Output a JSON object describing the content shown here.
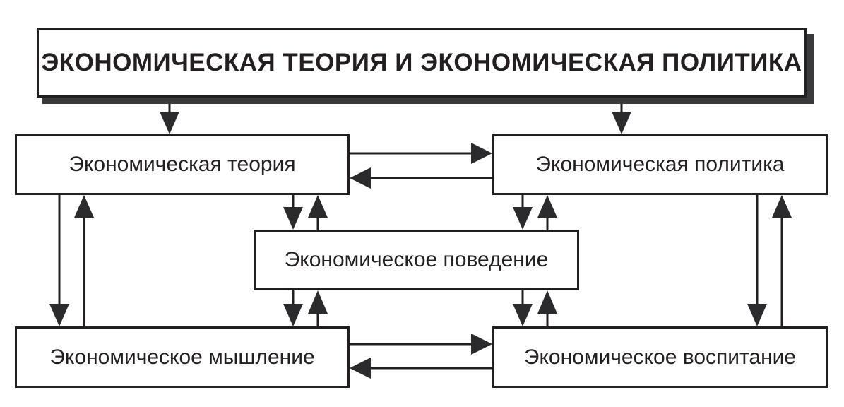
{
  "diagram": {
    "title": "ЭКОНОМИЧЕСКАЯ ТЕОРИЯ И ЭКОНОМИЧЕСКАЯ ПОЛИТИКА",
    "type": "block-flow-diagram",
    "language": "ru",
    "colors": {
      "background": "#ffffff",
      "box_fill": "#ffffff",
      "box_border": "#231f20",
      "text": "#231f20",
      "arrow": "#2b2b2d",
      "title_shadow": "#3a3a3c"
    },
    "nodes": [
      {
        "id": "title",
        "label": "ЭКОНОМИЧЕСКАЯ ТЕОРИЯ И ЭКОНОМИЧЕСКАЯ ПОЛИТИКА"
      },
      {
        "id": "theory",
        "label": "Экономическая теория"
      },
      {
        "id": "policy",
        "label": "Экономическая политика"
      },
      {
        "id": "behavior",
        "label": "Экономическое поведение"
      },
      {
        "id": "thinking",
        "label": "Экономическое мышление"
      },
      {
        "id": "education",
        "label": "Экономическое воспитание"
      }
    ],
    "edges": [
      {
        "from": "title",
        "to": "theory",
        "direction": "down"
      },
      {
        "from": "title",
        "to": "policy",
        "direction": "down"
      },
      {
        "from": "theory",
        "to": "policy",
        "direction": "right"
      },
      {
        "from": "policy",
        "to": "theory",
        "direction": "left"
      },
      {
        "from": "theory",
        "to": "thinking",
        "direction": "down"
      },
      {
        "from": "thinking",
        "to": "theory",
        "direction": "up"
      },
      {
        "from": "theory",
        "to": "behavior",
        "direction": "down"
      },
      {
        "from": "behavior",
        "to": "theory",
        "direction": "up"
      },
      {
        "from": "policy",
        "to": "behavior",
        "direction": "down"
      },
      {
        "from": "behavior",
        "to": "policy",
        "direction": "up"
      },
      {
        "from": "policy",
        "to": "education",
        "direction": "down"
      },
      {
        "from": "education",
        "to": "policy",
        "direction": "up"
      },
      {
        "from": "behavior",
        "to": "thinking",
        "direction": "down"
      },
      {
        "from": "thinking",
        "to": "behavior",
        "direction": "up"
      },
      {
        "from": "behavior",
        "to": "education",
        "direction": "down"
      },
      {
        "from": "education",
        "to": "behavior",
        "direction": "up"
      },
      {
        "from": "thinking",
        "to": "education",
        "direction": "right"
      },
      {
        "from": "education",
        "to": "thinking",
        "direction": "left"
      }
    ]
  }
}
